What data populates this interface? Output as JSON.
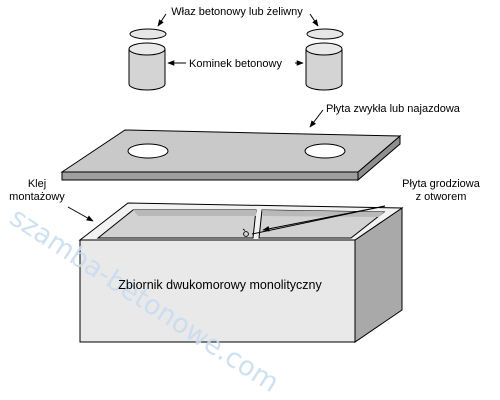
{
  "labels": {
    "manhole": "Właz betonowy lub żeliwny",
    "chimney": "Kominek betonowy",
    "slab": "Płyta zwykła lub najazdowa",
    "adhesive_line1": "Klej",
    "adhesive_line2": "montażowy",
    "partition_line1": "Płyta grodziowa",
    "partition_line2": "z otworem",
    "tank": "Zbiornik dwukomorowy monolityczny"
  },
  "watermark": "szamba-betonowe.com",
  "colors": {
    "face_light": "#ebebeb",
    "face_mid": "#c9c9c9",
    "face_dark": "#a9a9a9",
    "inner": "#d6d6d6",
    "outline": "#000000",
    "watermark": "#c6dcef"
  }
}
